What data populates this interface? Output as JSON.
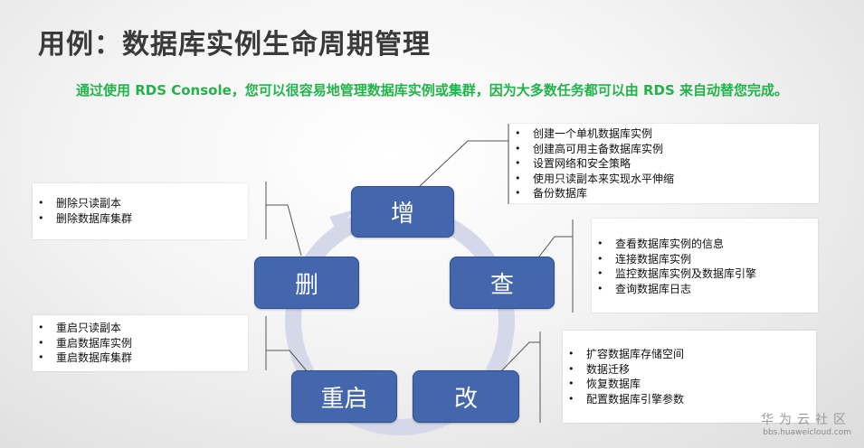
{
  "title": "用例：数据库实例生命周期管理",
  "subtitle": "通过使用 RDS Console，您可以很容易地管理数据库实例或集群，因为大多数任务都可以由 RDS 来自动替您完成。",
  "nodes": {
    "add": "增",
    "query": "查",
    "modify": "改",
    "restart": "重启",
    "delete": "删"
  },
  "lists": {
    "add": [
      "创建一个单机数据库实例",
      "创建高可用主备数据库实例",
      "设置网络和安全策略",
      "使用只读副本来实现水平伸缩",
      "备份数据库"
    ],
    "query": [
      "查看数据库实例的信息",
      "连接数据库实例",
      "监控数据库实例及数据库引擎",
      "查询数据库日志"
    ],
    "modify": [
      "扩容数据库存储空间",
      "数据迁移",
      "恢复数据库",
      "配置数据库引擎参数"
    ],
    "restart": [
      "重启只读副本",
      "重启数据库实例",
      "重启数据库集群"
    ],
    "delete": [
      "删除只读副本",
      "删除数据库集群"
    ]
  },
  "watermark": {
    "cn": "华为云社区",
    "en": "bbs.huaweicloud.com"
  }
}
